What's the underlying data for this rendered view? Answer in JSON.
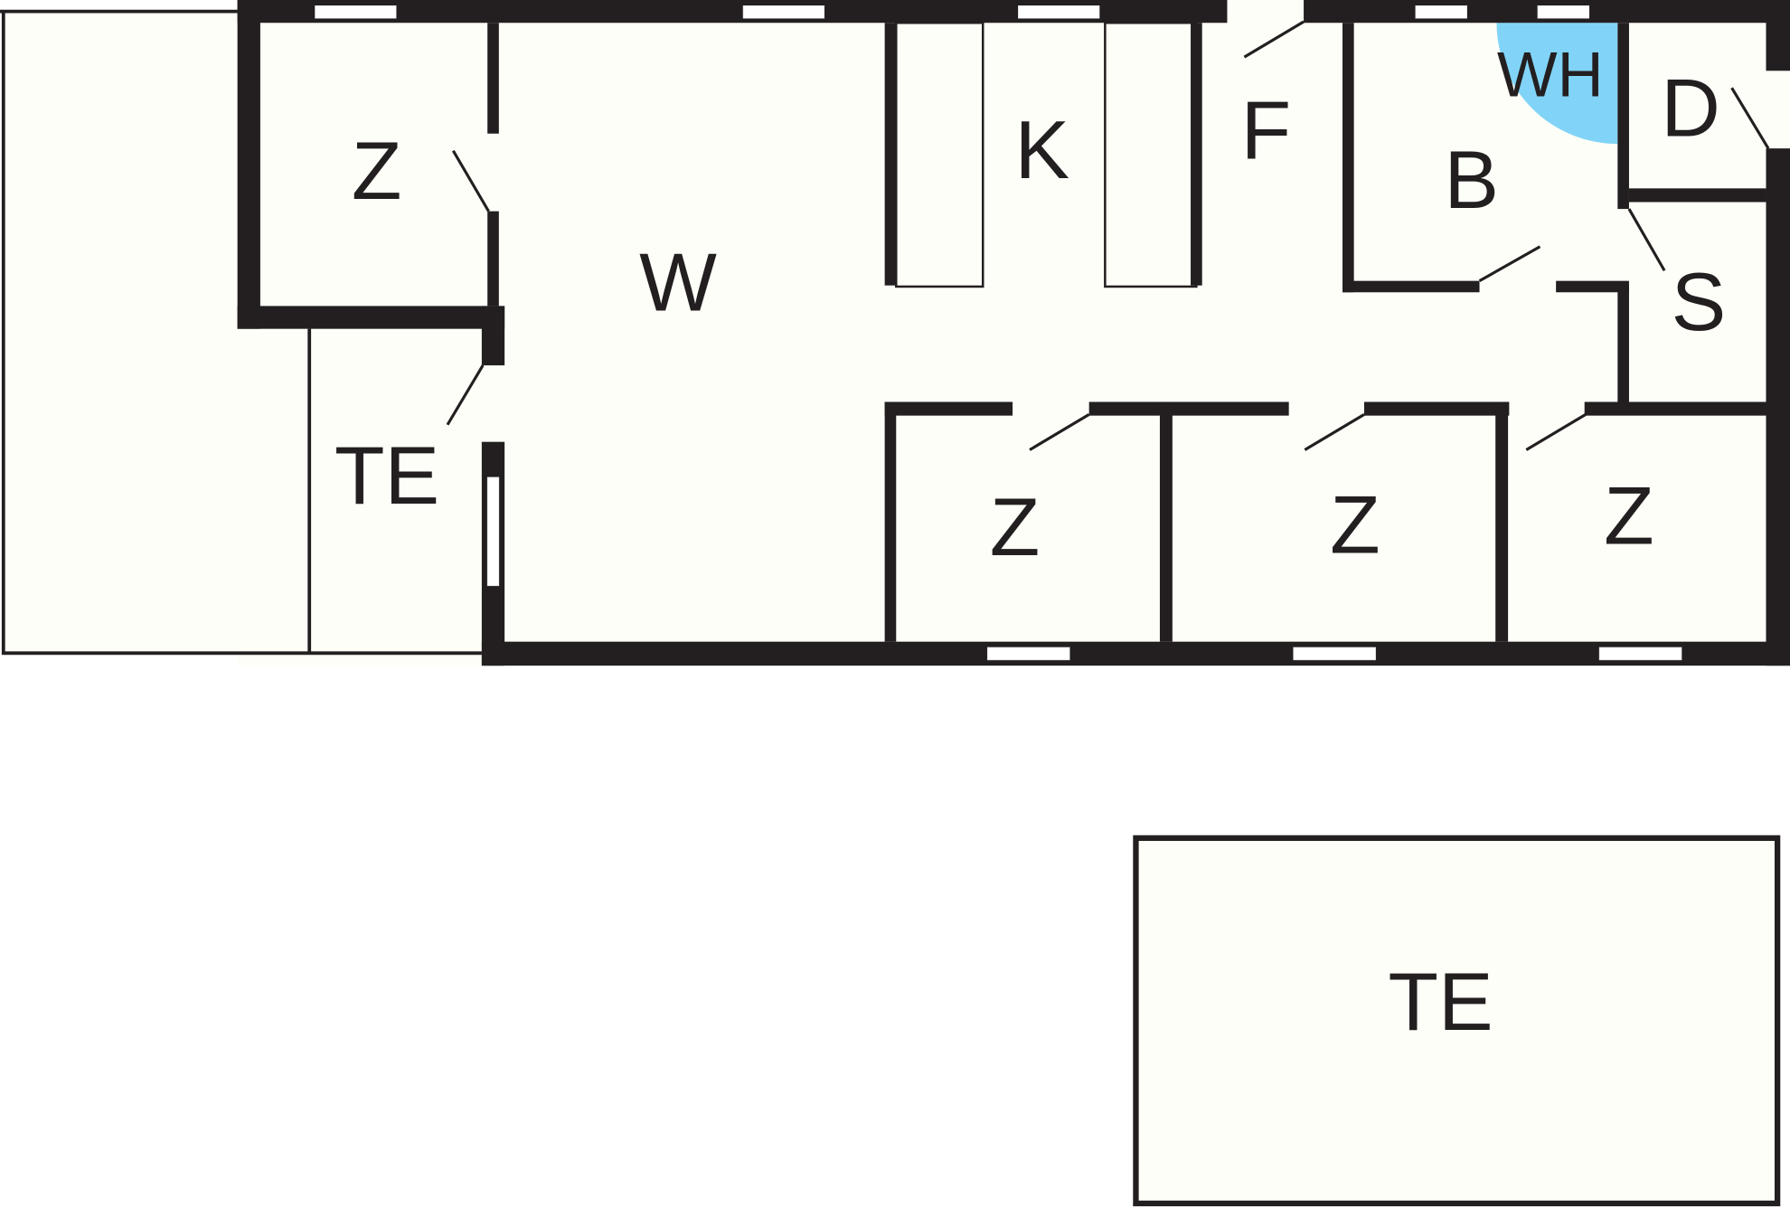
{
  "rooms": {
    "z_top_left": "Z",
    "living": "W",
    "kitchen": "K",
    "hall": "F",
    "wh": "WH",
    "bath": "B",
    "shower": "D",
    "storage": "S",
    "terrace_left": "TE",
    "z_bottom_1": "Z",
    "z_bottom_2": "Z",
    "z_bottom_3": "Z",
    "terrace_bottom": "TE"
  },
  "colors": {
    "wall": "#231f20",
    "wh_area": "#81d4f7",
    "floor": "#fdfef8"
  }
}
